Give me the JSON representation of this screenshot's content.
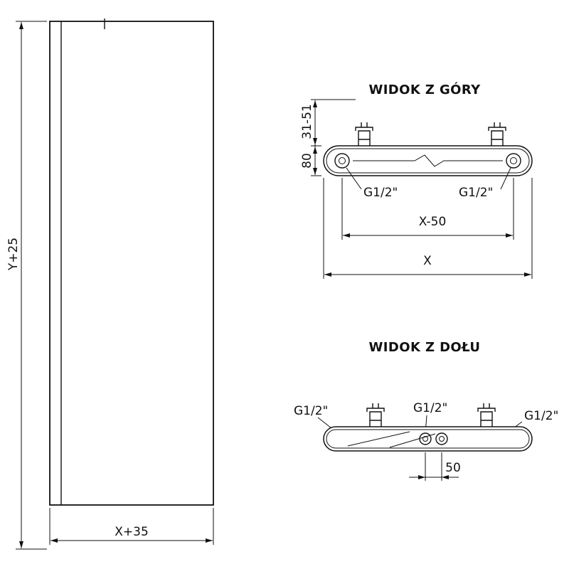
{
  "front_view": {
    "height_dim": "Y+25",
    "width_dim": "X+35"
  },
  "top_view": {
    "title": "WIDOK Z GÓRY",
    "offset_dim": "31-51",
    "depth_dim": "80",
    "left_connection": "G1/2\"",
    "right_connection": "G1/2\"",
    "connection_spacing_dim": "X-50",
    "total_width_dim": "X"
  },
  "bottom_view": {
    "title": "WIDOK Z DOŁU",
    "left_connection": "G1/2\"",
    "center_connection": "G1/2\"",
    "right_connection": "G1/2\"",
    "center_spacing_dim": "50"
  }
}
